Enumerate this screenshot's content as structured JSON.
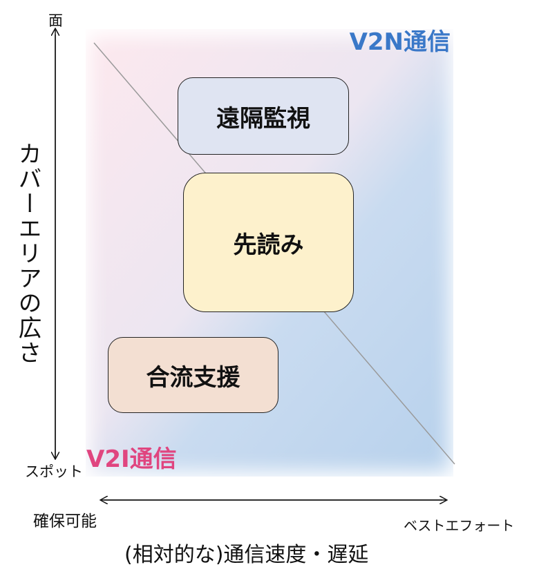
{
  "regions": {
    "v2n_label": "V2N通信",
    "v2i_label": "V2I通信"
  },
  "use_cases": {
    "remote_monitoring": "遠隔監視",
    "look_ahead": "先読み",
    "merge_support": "合流支援"
  },
  "y_axis": {
    "title": "カバーエリアの広さ",
    "top_label": "面",
    "bottom_label": "スポット"
  },
  "x_axis": {
    "left_label": "確保可能",
    "right_label": "ベストエフォート",
    "title": "(相対的な)通信速度・遅延"
  },
  "colors": {
    "v2n": "#3a78c8",
    "v2i": "#e0457f",
    "remote_box": "#dfe4f2",
    "look_ahead_box": "#fdf1cc",
    "merge_box": "#f3dfd2"
  }
}
